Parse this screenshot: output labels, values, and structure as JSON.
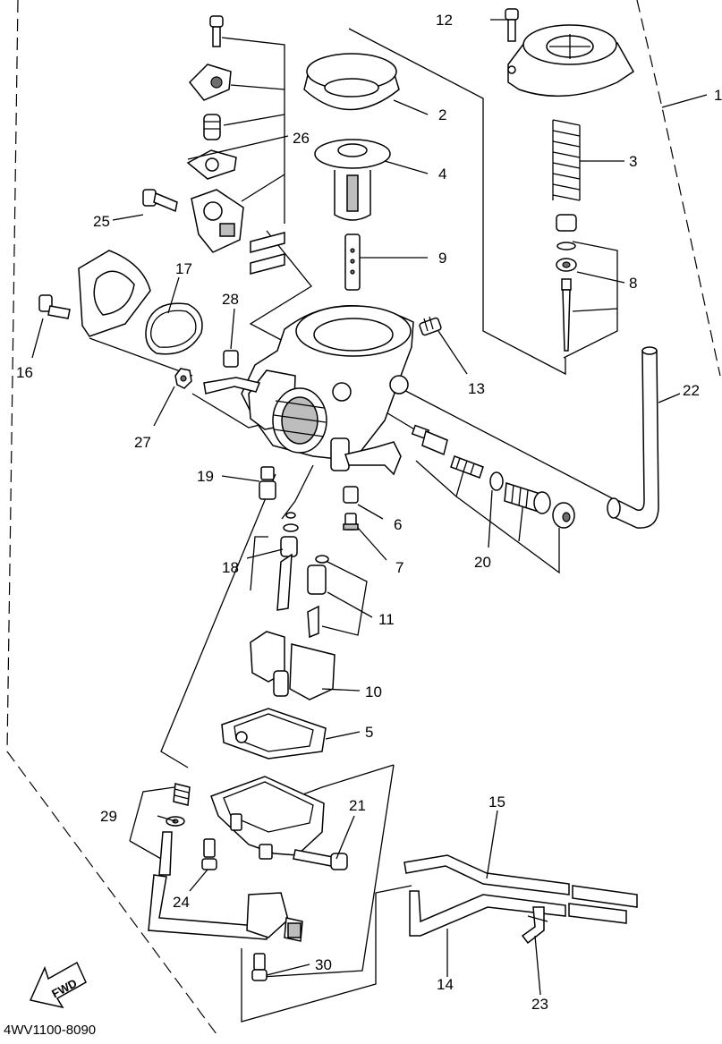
{
  "diagram": {
    "callouts": [
      "1",
      "2",
      "3",
      "4",
      "5",
      "6",
      "7",
      "8",
      "9",
      "10",
      "11",
      "12",
      "13",
      "14",
      "15",
      "16",
      "17",
      "18",
      "19",
      "20",
      "21",
      "22",
      "23",
      "24",
      "25",
      "26",
      "27",
      "28",
      "29",
      "30"
    ],
    "fwd_label": "FWD",
    "part_code": "4WV1100-8090"
  }
}
